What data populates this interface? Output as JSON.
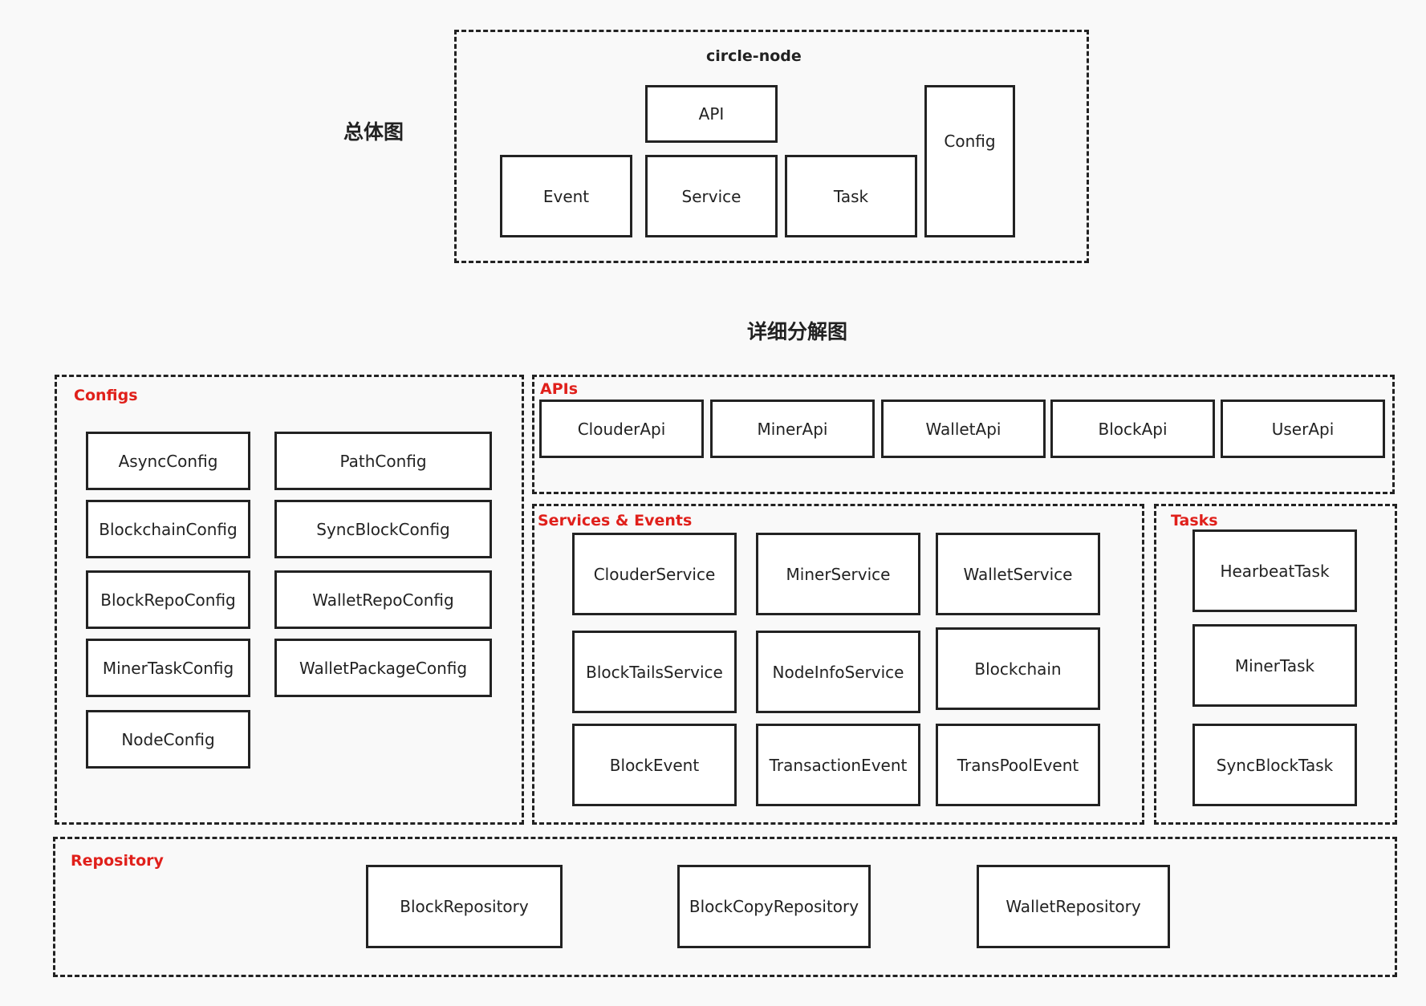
{
  "headings": {
    "overview": "总体图",
    "detail": "详细分解图"
  },
  "overview": {
    "title": "circle-node",
    "boxes": {
      "api": "API",
      "event": "Event",
      "service": "Service",
      "task": "Task",
      "config": "Config"
    }
  },
  "configs": {
    "label": "Configs",
    "items": [
      "AsyncConfig",
      "PathConfig",
      "BlockchainConfig",
      "SyncBlockConfig",
      "BlockRepoConfig",
      "WalletRepoConfig",
      "MinerTaskConfig",
      "WalletPackageConfig",
      "NodeConfig"
    ]
  },
  "apis": {
    "label": "APIs",
    "items": [
      "ClouderApi",
      "MinerApi",
      "WalletApi",
      "BlockApi",
      "UserApi"
    ]
  },
  "services_events": {
    "label": "Services & Events",
    "items": [
      "ClouderService",
      "MinerService",
      "WalletService",
      "BlockTailsService",
      "NodeInfoService",
      "Blockchain",
      "BlockEvent",
      "TransactionEvent",
      "TransPoolEvent"
    ]
  },
  "tasks": {
    "label": "Tasks",
    "items": [
      "HearbeatTask",
      "MinerTask",
      "SyncBlockTask"
    ]
  },
  "repository": {
    "label": "Repository",
    "items": [
      "BlockRepository",
      "BlockCopyRepository",
      "WalletRepository"
    ]
  },
  "colors": {
    "group_label": "#e0201b",
    "stroke": "#222222",
    "background": "#f9f9f9"
  }
}
